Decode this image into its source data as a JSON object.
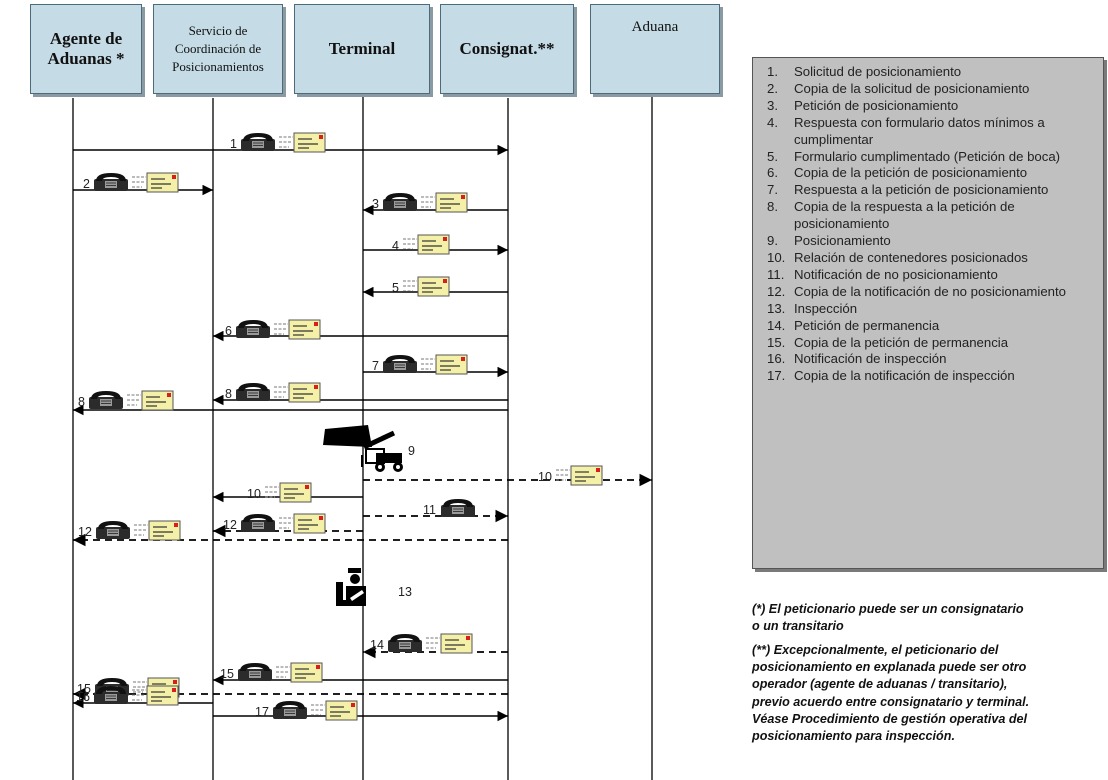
{
  "headers": [
    {
      "id": "agente",
      "label": "Agente de\nAduanas *"
    },
    {
      "id": "servicio",
      "label": "Servicio de\nCoordinación de\nPosicionamientos"
    },
    {
      "id": "terminal",
      "label": "Terminal"
    },
    {
      "id": "consignat",
      "label": "Consignat.**"
    },
    {
      "id": "aduana",
      "label": "Aduana"
    }
  ],
  "messages": [
    {
      "n": "1",
      "from": "agente",
      "to": "consignat",
      "phone": true,
      "doc": true,
      "dashed": false
    },
    {
      "n": "2",
      "from": "agente",
      "to": "servicio",
      "phone": true,
      "doc": true,
      "dashed": false
    },
    {
      "n": "3",
      "from": "consignat",
      "to": "terminal",
      "phone": true,
      "doc": true,
      "dashed": false
    },
    {
      "n": "4",
      "from": "terminal",
      "to": "consignat",
      "phone": false,
      "doc": true,
      "dashed": false
    },
    {
      "n": "5",
      "from": "consignat",
      "to": "terminal",
      "phone": false,
      "doc": true,
      "dashed": false
    },
    {
      "n": "6",
      "from": "consignat",
      "to": "servicio",
      "phone": true,
      "doc": true,
      "dashed": false
    },
    {
      "n": "7",
      "from": "terminal",
      "to": "consignat",
      "phone": true,
      "doc": true,
      "dashed": false
    },
    {
      "n": "8",
      "from": "consignat",
      "to": "servicio",
      "phone": true,
      "doc": true,
      "dashed": false
    },
    {
      "n": "8",
      "from": "consignat",
      "to": "agente",
      "phone": true,
      "doc": true,
      "dashed": false
    },
    {
      "n": "9",
      "icon": "forklift"
    },
    {
      "n": "10",
      "from": "terminal",
      "to": "servicio",
      "phone": false,
      "doc": true,
      "dashed": false
    },
    {
      "n": "10",
      "from": "terminal",
      "to": "aduana",
      "phone": false,
      "doc": true,
      "dashed": true
    },
    {
      "n": "11",
      "from": "terminal",
      "to": "consignat",
      "phone": true,
      "doc": false,
      "dashed": true
    },
    {
      "n": "12",
      "from": "terminal",
      "to": "servicio",
      "phone": true,
      "doc": true,
      "dashed": true
    },
    {
      "n": "12",
      "from": "consignat",
      "to": "agente",
      "phone": true,
      "doc": true,
      "dashed": true
    },
    {
      "n": "13",
      "icon": "inspection"
    },
    {
      "n": "14",
      "from": "consignat",
      "to": "terminal",
      "phone": true,
      "doc": true,
      "dashed": true
    },
    {
      "n": "15",
      "from": "consignat",
      "to": "servicio",
      "phone": true,
      "doc": true,
      "dashed": false
    },
    {
      "n": "15",
      "from": "consignat",
      "to": "agente",
      "phone": true,
      "doc": true,
      "dashed": true
    },
    {
      "n": "16",
      "from": "servicio",
      "to": "agente",
      "phone": true,
      "doc": true,
      "dashed": false
    },
    {
      "n": "17",
      "from": "servicio",
      "to": "consignat",
      "phone": true,
      "doc": true,
      "dashed": false
    }
  ],
  "legend": [
    {
      "n": "1.",
      "text": "Solicitud de posicionamiento"
    },
    {
      "n": "2.",
      "text": "Copia de la solicitud de posicionamiento"
    },
    {
      "n": "3.",
      "text": "Petición de posicionamiento"
    },
    {
      "n": "4.",
      "text": "Respuesta con formulario datos mínimos a cumplimentar"
    },
    {
      "n": "5.",
      "text": "Formulario cumplimentado (Petición de boca)"
    },
    {
      "n": "6.",
      "text": "Copia de la petición de posicionamiento"
    },
    {
      "n": "7.",
      "text": "Respuesta a la petición de posicionamiento"
    },
    {
      "n": "8.",
      "text": "Copia de la respuesta a la petición de posicionamiento"
    },
    {
      "n": "9.",
      "text": "Posicionamiento"
    },
    {
      "n": "10.",
      "text": "Relación de contenedores posicionados"
    },
    {
      "n": "11.",
      "text": "Notificación de no posicionamiento"
    },
    {
      "n": "12.",
      "text": "Copia de la notificación de no posicionamiento"
    },
    {
      "n": "13.",
      "text": "Inspección"
    },
    {
      "n": "14.",
      "text": "Petición de permanencia"
    },
    {
      "n": "15.",
      "text": "Copia de la petición de permanencia"
    },
    {
      "n": "16.",
      "text": "Notificación de inspección"
    },
    {
      "n": "17.",
      "text": "Copia de la notificación de inspección"
    }
  ],
  "notes": {
    "note1": "(*) El peticionario puede ser un consignatario\no un transitario",
    "note2": "(**) Excepcionalmente, el peticionario del\nposicionamiento en explanada puede ser otro\noperador (agente de aduanas / transitario),\nprevio acuerdo entre consignatario y terminal.\nVéase Procedimiento de gestión operativa del\nposicionamiento para inspección."
  },
  "colors": {
    "header_fill": "#c5dbe6",
    "legend_fill": "#c0c0c0",
    "doc_fill": "#f5f0a8",
    "doc_flag": "#d81e1e"
  }
}
